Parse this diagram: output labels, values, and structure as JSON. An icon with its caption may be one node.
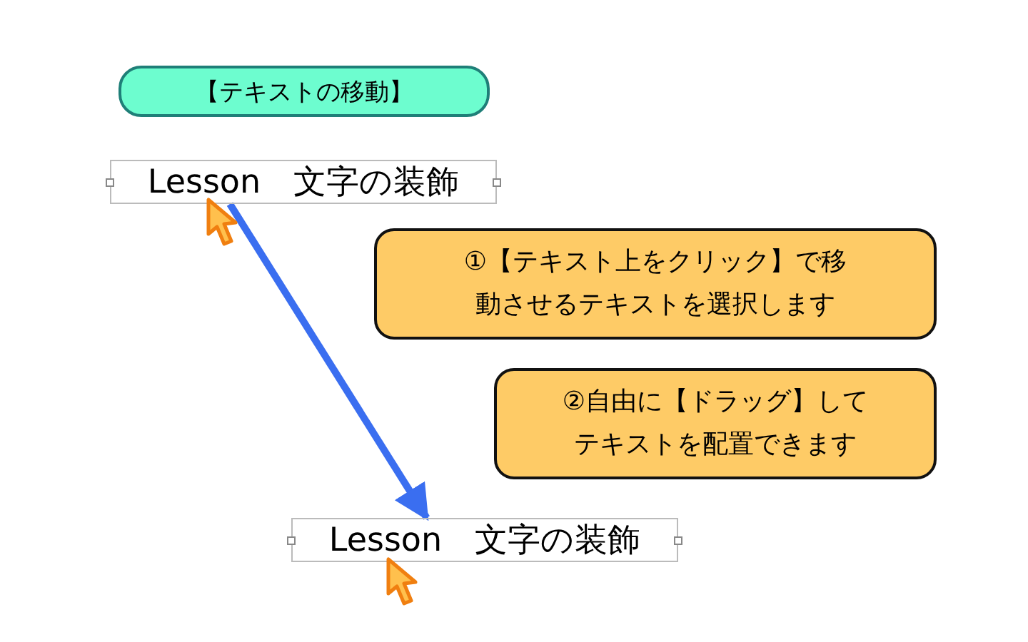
{
  "diagram": {
    "nodes": [
      {
        "text": [
          "【テキストの移動】"
        ]
      },
      {
        "text": [
          "Lesson　文字の装飾"
        ]
      },
      {
        "text": [
          "①【テキスト上をクリック】で移動させるテキストを選択します"
        ]
      },
      {
        "text": [
          "②自由に【ドラッグ】してテキストを配置できます"
        ]
      },
      {
        "text": [
          "Lesson　文字の装飾"
        ]
      }
    ],
    "edges": [
      {
        "from": 1,
        "to": 4,
        "arrow": "to",
        "color": "#3a6ef0"
      }
    ]
  }
}
